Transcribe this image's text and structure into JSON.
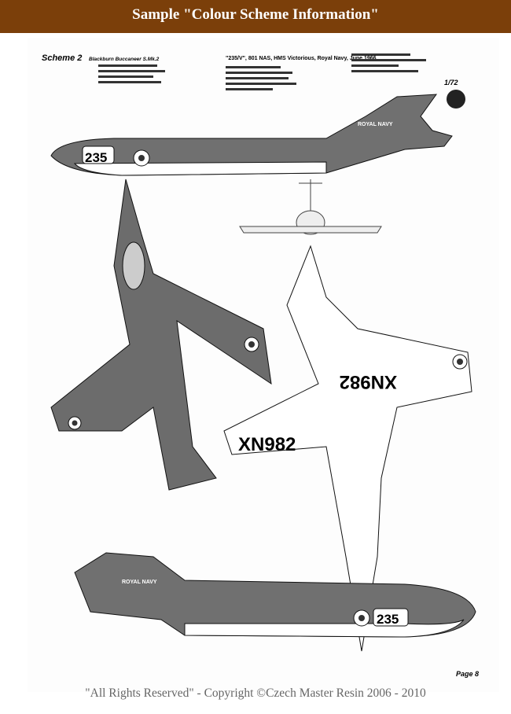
{
  "header": {
    "title": "Sample \"Colour Scheme Information\""
  },
  "illustration": {
    "scheme_label": "Scheme 2",
    "aircraft_subtitle": "Blackburn Buccaneer S.Mk.2",
    "unit": "\"235/V\", 801 NAS, HMS Victorious, Royal Navy, June 1966",
    "scale": "1/72",
    "serial_upper": "235",
    "serial_lower": "235",
    "registration": "XN982",
    "royal_navy": "ROYAL NAVY",
    "page": "Page 8",
    "colors": {
      "dark_sea_grey": "#6e6e6e",
      "white": "#ffffff",
      "outline": "#111111"
    }
  },
  "footer": {
    "copyright": "\"All Rights Reserved\" - Copyright ©Czech Master Resin 2006 - 2010"
  }
}
